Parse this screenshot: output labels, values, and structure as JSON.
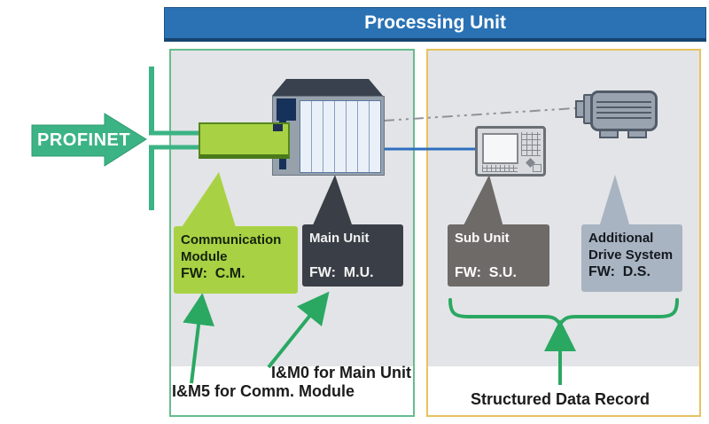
{
  "header": {
    "title": "Processing Unit"
  },
  "profinet": {
    "label": "PROFINET"
  },
  "callouts": {
    "comm": {
      "line1": "Communication",
      "line2": "Module",
      "fw": "FW:  C.M."
    },
    "main": {
      "line1": "Main Unit",
      "fw": "FW:  M.U."
    },
    "sub": {
      "line1": "Sub Unit",
      "fw": "FW:  S.U."
    },
    "drive": {
      "line1": "Additional",
      "line2": "Drive System",
      "fw": "FW:  D.S."
    }
  },
  "annotations": {
    "im0": "I&M0 for Main Unit",
    "im5": "I&M5 for Comm. Module",
    "structured": "Structured Data Record"
  },
  "icons": [
    "profinet-arrow-icon",
    "plc-rack-icon",
    "communication-module-icon",
    "hmi-panel-icon",
    "motor-icon",
    "curly-brace-icon",
    "up-arrow-icon"
  ],
  "colors": {
    "header_blue": "#2a72b4",
    "header_border": "#17456f",
    "profinet_green": "#3cb385",
    "left_box_border": "#66bd8e",
    "right_box_border": "#e7c35f",
    "panel_gray": "#e3e4e7",
    "module_green": "#a8d243",
    "callout_green": "#a8d243",
    "callout_dark": "#3a3f47",
    "callout_gray": "#6e6a67",
    "callout_bluegray": "#a9b4c2",
    "arrow_green": "#2aa862",
    "link_blue": "#2e6fbf",
    "dashdot_gray": "#8f9399"
  }
}
